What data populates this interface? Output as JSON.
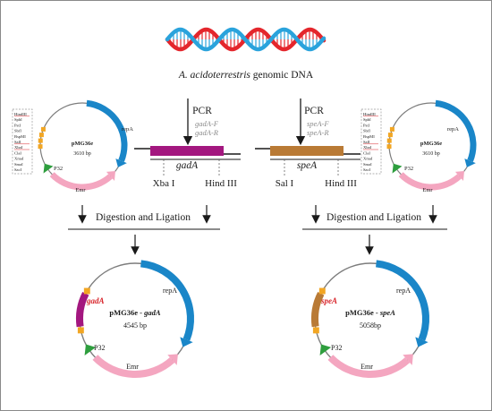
{
  "genomic_source": {
    "organism": "A. acidoterrestris",
    "suffix": " genomic DNA"
  },
  "pcr_left": {
    "title": "PCR",
    "primer_f": "gadA-F",
    "primer_r": "gadA-R",
    "gene": "gadA",
    "site_left": "Xba I",
    "site_right": "Hind III",
    "gene_color": "#a3177f"
  },
  "pcr_right": {
    "title": "PCR",
    "primer_f": "speA-F",
    "primer_r": "speA-R",
    "gene": "speA",
    "site_left": "Sal I",
    "site_right": "Hind III",
    "gene_color": "#b97a35"
  },
  "vector": {
    "name": "pMG36e",
    "size": "3610 bp",
    "repA": "repA",
    "emr": "Emr",
    "p32": "P32",
    "mcs_sites": [
      "HindIII",
      "SphI",
      "PstI",
      "SbfI",
      "BspMI",
      "SalI",
      "XbaI",
      "ClaI",
      "XmaI",
      "SmaI",
      "SacI"
    ]
  },
  "steps": {
    "left": "Digestion and Ligation",
    "right": "Digestion and Ligation"
  },
  "recombinant_left": {
    "prefix": "pMG36e - ",
    "gene": "gadA",
    "size": "4545 bp",
    "repA": "repA",
    "emr": "Emr",
    "p32": "P32"
  },
  "recombinant_right": {
    "prefix": "pMG36e - ",
    "gene": "speA",
    "size": "5058bp",
    "repA": "repA",
    "emr": "Emr",
    "p32": "P32"
  },
  "colors": {
    "repA": "#1a86c8",
    "emr": "#f4a6c0",
    "p32": "#2e9e3e",
    "connector": "#f2a623",
    "backbone": "#7d7d7d",
    "dna_red": "#e4262c",
    "dna_blue": "#2aa3dc"
  }
}
